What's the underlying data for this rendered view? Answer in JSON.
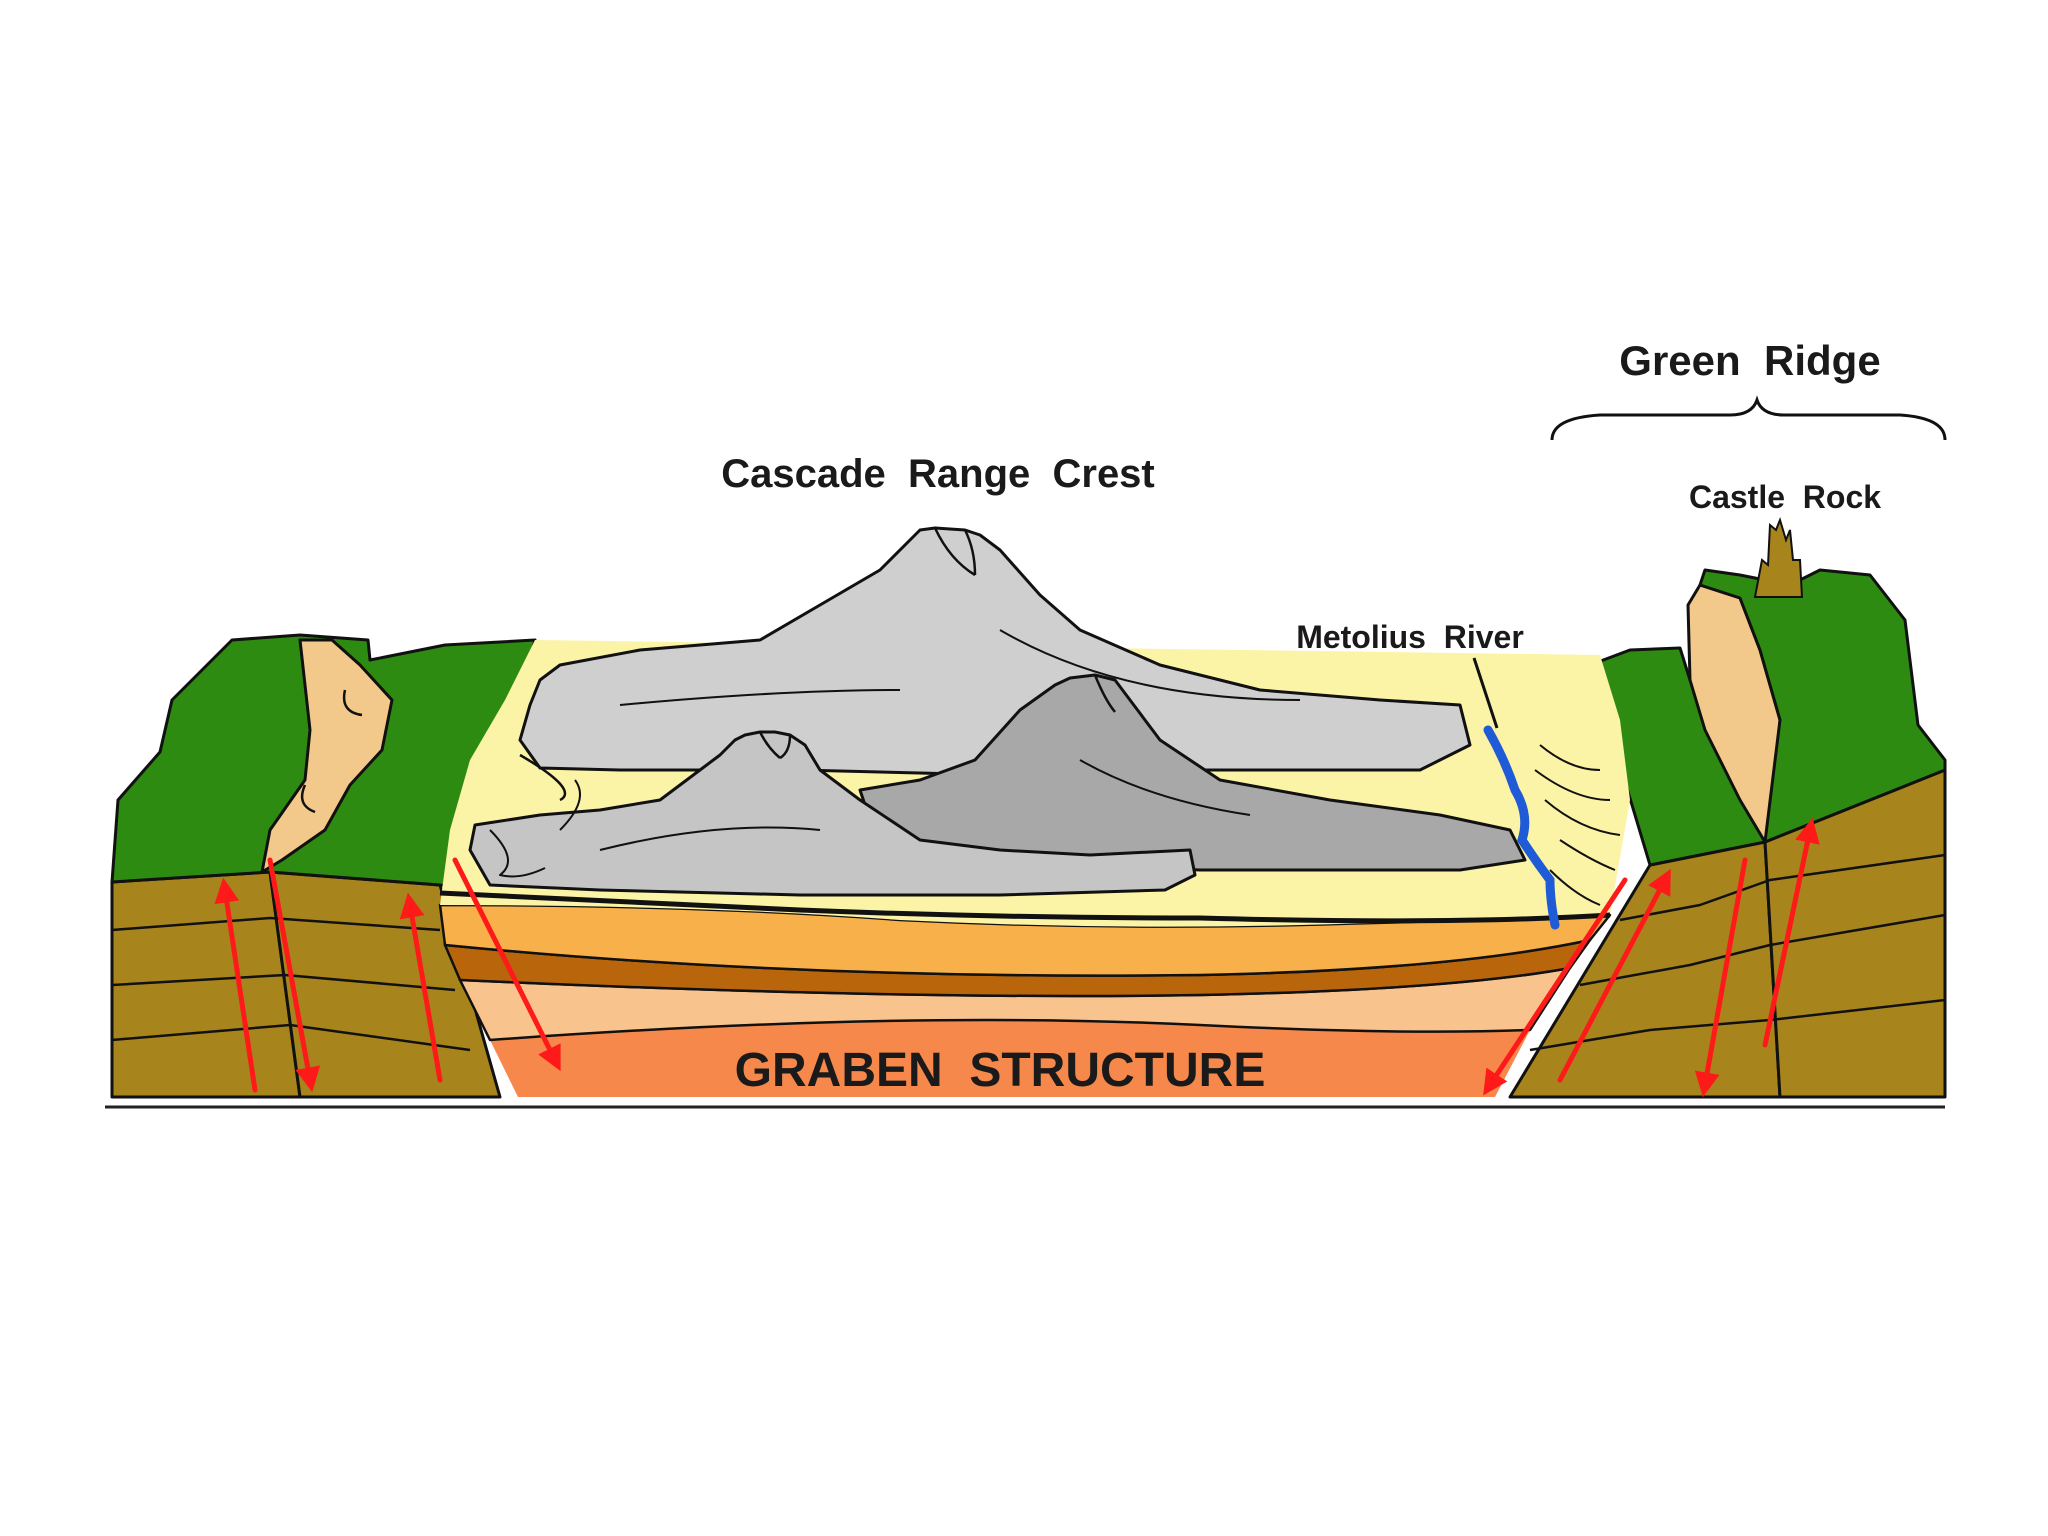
{
  "labels": {
    "cascade": "Cascade  Range  Crest",
    "green_ridge": "Green  Ridge",
    "castle_rock": "Castle  Rock",
    "metolius": "Metolius  River",
    "graben": "GRABEN  STRUCTURE"
  },
  "colors": {
    "grass": "#2e8b12",
    "bedrock": "#a7841c",
    "cliff_face": "#f2c98a",
    "sediment_light": "#fbf3a6",
    "layer_orange": "#f7b04a",
    "layer_brown": "#b8650c",
    "layer_peach": "#f9c38e",
    "layer_deep": "#f5884a",
    "volcano": "#cfcfcf",
    "volcano_dark": "#a8a8a8",
    "fault_arrow": "#ff1a1a",
    "river": "#1f5bd6",
    "outline": "#111111"
  }
}
